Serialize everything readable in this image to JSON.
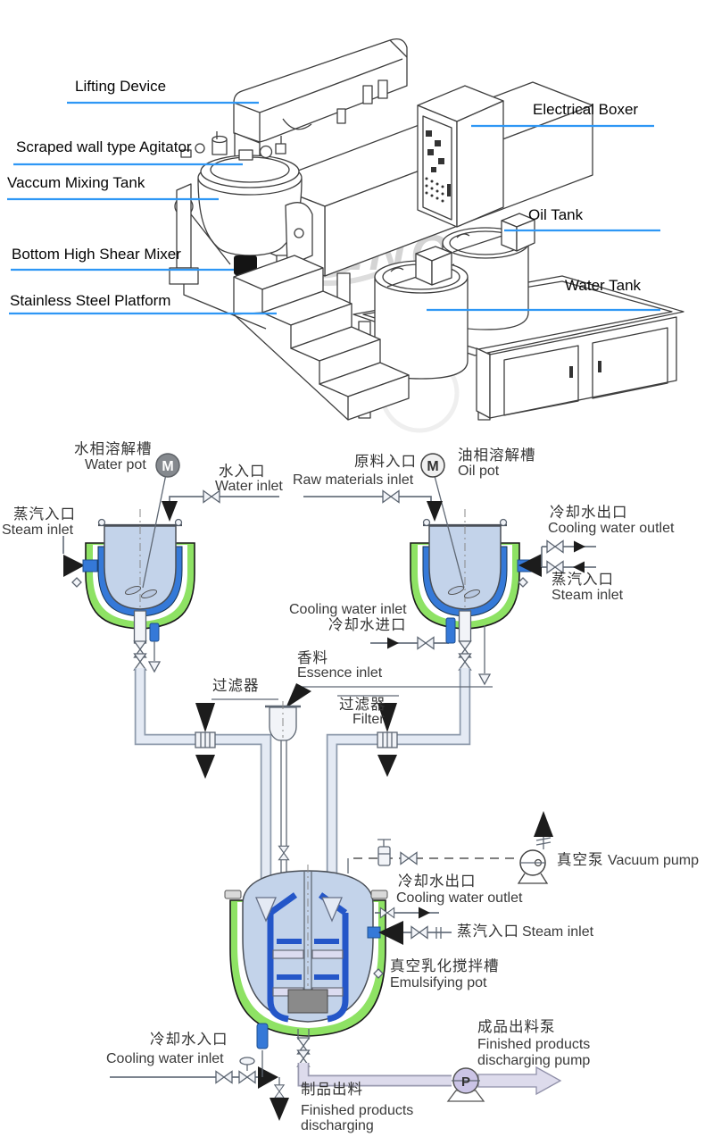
{
  "machine": {
    "watermark": "LENO",
    "labels": {
      "lifting_device": "Lifting Device",
      "scraped_agitator": "Scraped wall type Agitator",
      "vacuum_tank": "Vaccum Mixing Tank",
      "bottom_mixer": "Bottom High Shear Mixer",
      "platform": "Stainless Steel Platform",
      "electrical_boxer": "Electrical Boxer",
      "oil_tank": "Oil Tank",
      "water_tank": "Water Tank"
    }
  },
  "flow": {
    "water_pot": {
      "cn": "水相溶解槽",
      "en": "Water pot",
      "motor": "M"
    },
    "water_inlet": {
      "cn": "水入口",
      "en": "Water inlet"
    },
    "raw_inlet": {
      "cn": "原料入口",
      "en": "Raw materials inlet"
    },
    "oil_pot": {
      "cn": "油相溶解槽",
      "en": "Oil pot",
      "motor": "M"
    },
    "steam_left": {
      "cn": "蒸汽入口",
      "en": "Steam inlet"
    },
    "cooling_outlet_oil": {
      "cn": "冷却水出口",
      "en": "Cooling water outlet"
    },
    "steam_oil": {
      "cn": "蒸汽入口",
      "en": "Steam inlet"
    },
    "cooling_inlet_oil": {
      "en": "Cooling water inlet",
      "cn": "冷却水进口"
    },
    "essence": {
      "cn": "香料",
      "en": "Essence inlet"
    },
    "filter_left": {
      "cn": "过滤器"
    },
    "filter_right": {
      "cn": "过滤器",
      "en": "Filter"
    },
    "vacuum_pump": {
      "cn": "真空泵",
      "en": "Vacuum pump"
    },
    "cooling_outlet_pot": {
      "cn": "冷却水出口",
      "en": "Cooling water outlet"
    },
    "steam_pot": {
      "cn": "蒸汽入口",
      "en": "Steam inlet"
    },
    "emulsifying_pot": {
      "cn": "真空乳化搅拌槽",
      "en": "Emulsifying pot"
    },
    "cooling_inlet_bottom": {
      "cn": "冷却水入口",
      "en": "Cooling water inlet"
    },
    "product_discharge": {
      "cn": "制品出料",
      "en1": "Finished products",
      "en2": "discharging"
    },
    "discharge_pump": {
      "cn": "成品出料泵",
      "en1": "Finished products",
      "en2": "discharging pump",
      "symbol": "P"
    }
  },
  "colors": {
    "leader_blue": "#2e97f5",
    "jacket_green": "#8ee264",
    "jacket_blue": "#3579d8",
    "liquid": "#c3d3ea",
    "pipe": "#e4eaf4",
    "product_pipe": "#dddbec",
    "pump_fill": "#cbc4e6",
    "valve_black": "#1c1c1c"
  }
}
